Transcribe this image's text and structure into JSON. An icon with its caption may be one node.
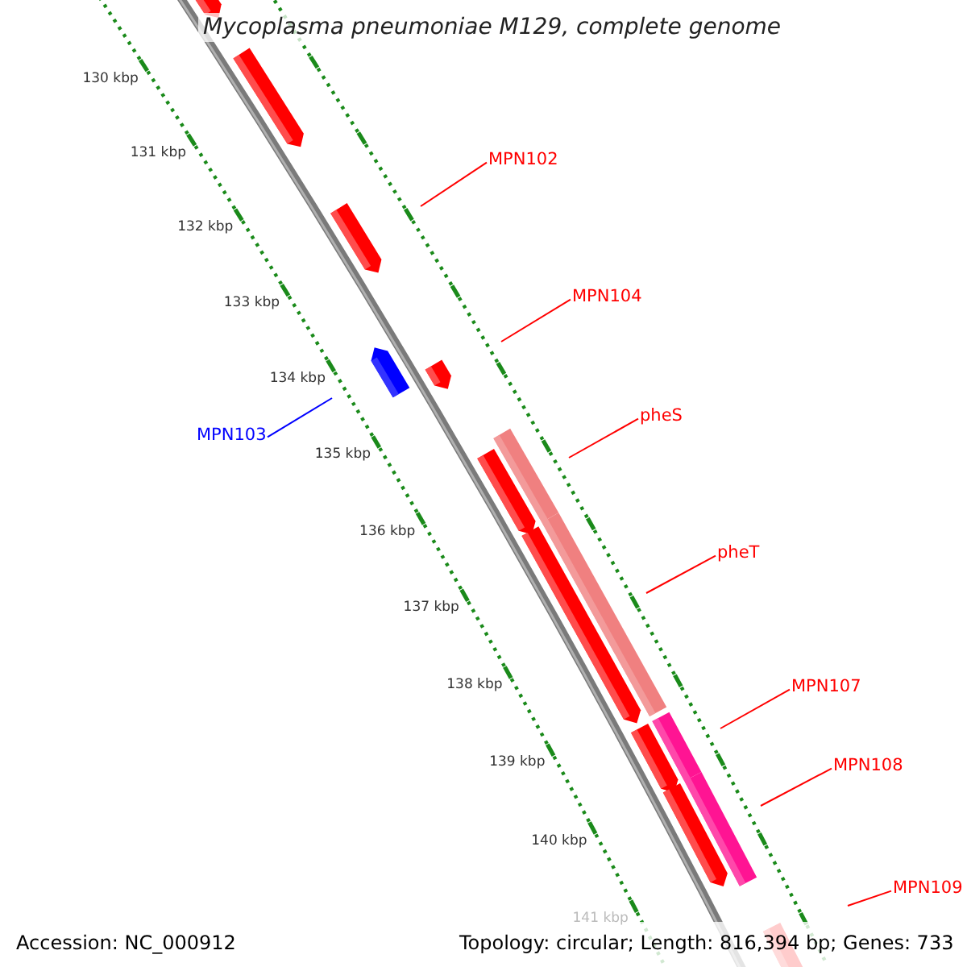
{
  "diagram": {
    "title": "Mycoplasma pneumoniae M129, complete genome",
    "nodes": [
      {
        "text": [
          "MPN102"
        ]
      },
      {
        "text": [
          "MPN104"
        ]
      },
      {
        "text": [
          "pheS"
        ]
      },
      {
        "text": [
          "MPN103"
        ]
      },
      {
        "text": [
          "pheT"
        ]
      },
      {
        "text": [
          "MPN107"
        ]
      },
      {
        "text": [
          "MPN108"
        ]
      },
      {
        "text": [
          "MPN109"
        ]
      }
    ],
    "edges": [
      {
        "from": 0,
        "to": null,
        "arrow": "none"
      },
      {
        "from": 1,
        "to": null,
        "arrow": "none"
      },
      {
        "from": 2,
        "to": null,
        "arrow": "none"
      },
      {
        "from": 3,
        "to": null,
        "arrow": "none",
        "color": "#0000ff"
      },
      {
        "from": 4,
        "to": null,
        "arrow": "none"
      },
      {
        "from": 5,
        "to": null,
        "arrow": "none"
      },
      {
        "from": 6,
        "to": null,
        "arrow": "none"
      },
      {
        "from": 7,
        "to": null,
        "arrow": "none"
      }
    ],
    "labels": [
      "130 kbp",
      "131 kbp",
      "132 kbp",
      "133 kbp",
      "134 kbp",
      "135 kbp",
      "136 kbp",
      "137 kbp",
      "138 kbp",
      "139 kbp",
      "140 kbp",
      "141 kbp",
      "Accession: NC_000912",
      "Topology: circular; Length: 816,394 bp; Genes: 733"
    ]
  }
}
